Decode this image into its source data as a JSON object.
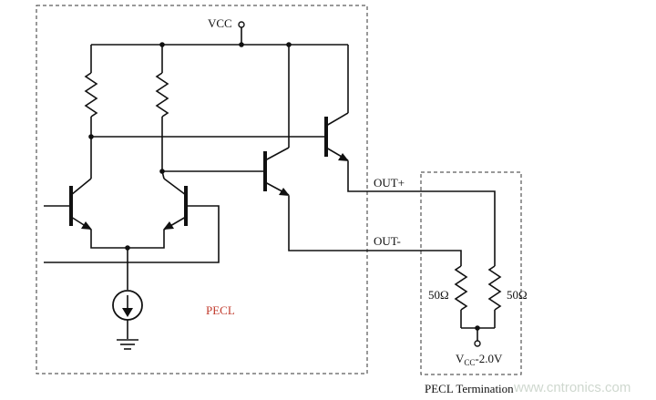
{
  "labels": {
    "vcc": "VCC",
    "out_plus": "OUT+",
    "out_minus": "OUT-",
    "pecl": "PECL",
    "r_left": "50Ω",
    "r_right": "50Ω",
    "vcc_minus_main": "V",
    "vcc_minus_sub": "CC",
    "vcc_minus_tail": "-2.0V",
    "termination": "PECL Termination",
    "watermark": "www.cntronics.com"
  },
  "colors": {
    "wire": "#111111",
    "pecl_label": "#c0392b",
    "watermark": "#cfd8cf"
  }
}
